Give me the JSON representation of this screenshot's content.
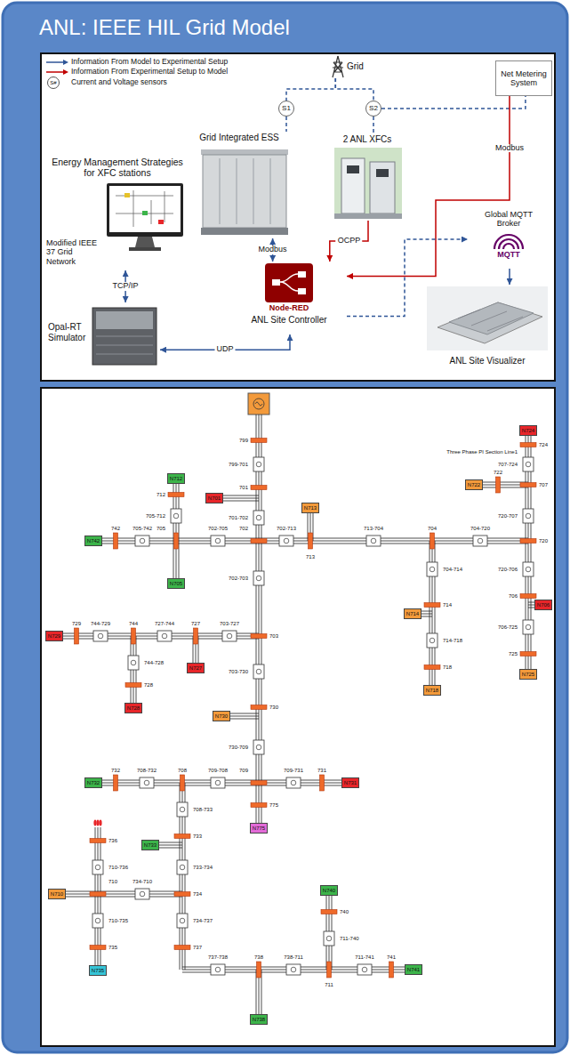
{
  "diagram": {
    "title": "ANL: IEEE HIL Grid Model",
    "nodes": [
      {
        "text": [
          "Grid"
        ]
      },
      {
        "text": [
          "S1"
        ]
      },
      {
        "text": [
          "S2"
        ]
      },
      {
        "text": [
          "Net Metering System"
        ]
      },
      {
        "text": [
          "Grid Integrated ESS"
        ]
      },
      {
        "text": [
          "2 ANL XFCs"
        ]
      },
      {
        "text": [
          "Energy Management Strategies for XFC stations",
          "Modified IEEE 37 Grid Network"
        ]
      },
      {
        "text": [
          "Node-RED",
          "ANL Site Controller"
        ]
      },
      {
        "text": [
          "Global MQTT Broker",
          "MQTT"
        ]
      },
      {
        "text": [
          "ANL Site Visualizer"
        ]
      },
      {
        "text": [
          "Opal-RT Simulator"
        ]
      },
      {
        "text": [
          "N724"
        ]
      },
      {
        "text": [
          "N712"
        ]
      },
      {
        "text": [
          "N722"
        ]
      },
      {
        "text": [
          "N701"
        ]
      },
      {
        "text": [
          "N713"
        ]
      },
      {
        "text": [
          "N742"
        ]
      },
      {
        "text": [
          "N705"
        ]
      },
      {
        "text": [
          "N706"
        ]
      },
      {
        "text": [
          "N714"
        ]
      },
      {
        "text": [
          "N729"
        ]
      },
      {
        "text": [
          "N727"
        ]
      },
      {
        "text": [
          "N725"
        ]
      },
      {
        "text": [
          "N718"
        ]
      },
      {
        "text": [
          "N728"
        ]
      },
      {
        "text": [
          "N730"
        ]
      },
      {
        "text": [
          "N732"
        ]
      },
      {
        "text": [
          "N731"
        ]
      },
      {
        "text": [
          "N775"
        ]
      },
      {
        "text": [
          "N733"
        ]
      },
      {
        "text": [
          "N740"
        ]
      },
      {
        "text": [
          "N710"
        ]
      },
      {
        "text": [
          "N741"
        ]
      },
      {
        "text": [
          "N735"
        ]
      },
      {
        "text": [
          "N738"
        ]
      }
    ],
    "edges": [
      {
        "from": 0,
        "to": 1,
        "arrow": "none"
      },
      {
        "from": 0,
        "to": 2,
        "arrow": "none"
      },
      {
        "from": 2,
        "to": 3,
        "arrow": "none"
      },
      {
        "from": 1,
        "to": 4,
        "arrow": "none"
      },
      {
        "from": 2,
        "to": 5,
        "arrow": "none"
      },
      {
        "from": 4,
        "to": 7,
        "label": "Modbus",
        "arrow": "both"
      },
      {
        "from": 5,
        "to": 7,
        "label": "OCPP",
        "arrow": "to"
      },
      {
        "from": 3,
        "to": 7,
        "label": "Modbus",
        "arrow": "to"
      },
      {
        "from": 7,
        "to": 8,
        "arrow": "to"
      },
      {
        "from": 8,
        "to": 9,
        "arrow": "to"
      },
      {
        "from": 6,
        "to": 10,
        "label": "TCP/IP",
        "arrow": "both"
      },
      {
        "from": 10,
        "to": 7,
        "label": "UDP",
        "arrow": "both"
      }
    ],
    "labels": [
      "S#",
      "799",
      "799-701",
      "701",
      "701-702",
      "702",
      "712",
      "705-712",
      "742",
      "705-742",
      "705",
      "702-705",
      "702-713",
      "713",
      "713-704",
      "704",
      "704-720",
      "720",
      "724",
      "Three Phase PI Section Line1",
      "707-724",
      "722",
      "707",
      "720-707",
      "720-706",
      "706",
      "706-725",
      "725",
      "704-714",
      "714",
      "714-718",
      "718",
      "702-703",
      "703",
      "729",
      "744-729",
      "744",
      "727-744",
      "727",
      "703-727",
      "744-728",
      "728",
      "703-730",
      "730",
      "730-709",
      "709",
      "732",
      "708-732",
      "708",
      "709-708",
      "709-731",
      "731",
      "775",
      "708-733",
      "733",
      "733-734",
      "734",
      "734-710",
      "710",
      "736",
      "710-736",
      "710-735",
      "735",
      "734-737",
      "737",
      "737-738",
      "738",
      "738-711",
      "711",
      "711-741",
      "741",
      "740",
      "711-740"
    ],
    "legend": [
      {
        "text": "Information From Model to Experimental Setup"
      },
      {
        "text": "Information From Experimental Setup to Model"
      },
      {
        "text": "Current and Voltage sensors"
      }
    ]
  }
}
